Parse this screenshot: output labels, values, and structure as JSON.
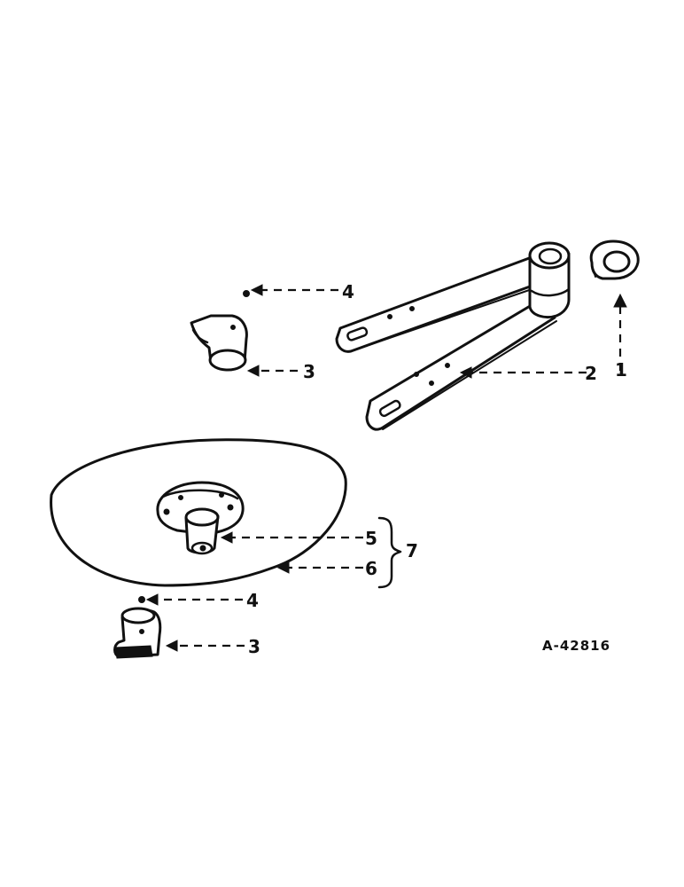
{
  "callouts": {
    "c1": "1",
    "c2": "2",
    "c3a": "3",
    "c3b": "3",
    "c4a": "4",
    "c4b": "4",
    "c5": "5",
    "c6": "6",
    "c7": "7"
  },
  "figure_id": "A-42816"
}
